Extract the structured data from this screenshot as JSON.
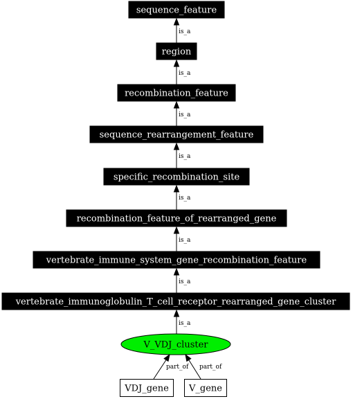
{
  "diagram": {
    "nodes": [
      {
        "id": "sequence_feature",
        "label": "sequence_feature",
        "style": "dark"
      },
      {
        "id": "region",
        "label": "region",
        "style": "dark"
      },
      {
        "id": "recombination_feature",
        "label": "recombination_feature",
        "style": "dark"
      },
      {
        "id": "sequence_rearrangement_feature",
        "label": "sequence_rearrangement_feature",
        "style": "dark"
      },
      {
        "id": "specific_recombination_site",
        "label": "specific_recombination_site",
        "style": "dark"
      },
      {
        "id": "recombination_feature_of_rearranged_gene",
        "label": "recombination_feature_of_rearranged_gene",
        "style": "dark"
      },
      {
        "id": "vertebrate_immune_system_gene_recombination_feature",
        "label": "vertebrate_immune_system_gene_recombination_feature",
        "style": "dark"
      },
      {
        "id": "vertebrate_immunoglobulin_T_cell_receptor_rearranged_gene_cluster",
        "label": "vertebrate_immunoglobulin_T_cell_receptor_rearranged_gene_cluster",
        "style": "dark"
      },
      {
        "id": "V_VDJ_cluster",
        "label": "V_VDJ_cluster",
        "style": "focus"
      },
      {
        "id": "VDJ_gene",
        "label": "VDJ_gene",
        "style": "light"
      },
      {
        "id": "V_gene",
        "label": "V_gene",
        "style": "light"
      }
    ],
    "edges": [
      {
        "from": "region",
        "to": "sequence_feature",
        "label": "is_a"
      },
      {
        "from": "recombination_feature",
        "to": "region",
        "label": "is_a"
      },
      {
        "from": "sequence_rearrangement_feature",
        "to": "recombination_feature",
        "label": "is_a"
      },
      {
        "from": "specific_recombination_site",
        "to": "sequence_rearrangement_feature",
        "label": "is_a"
      },
      {
        "from": "recombination_feature_of_rearranged_gene",
        "to": "specific_recombination_site",
        "label": "is_a"
      },
      {
        "from": "vertebrate_immune_system_gene_recombination_feature",
        "to": "recombination_feature_of_rearranged_gene",
        "label": "is_a"
      },
      {
        "from": "vertebrate_immunoglobulin_T_cell_receptor_rearranged_gene_cluster",
        "to": "vertebrate_immune_system_gene_recombination_feature",
        "label": "is_a"
      },
      {
        "from": "V_VDJ_cluster",
        "to": "vertebrate_immunoglobulin_T_cell_receptor_rearranged_gene_cluster",
        "label": "is_a"
      },
      {
        "from": "VDJ_gene",
        "to": "V_VDJ_cluster",
        "label": "part_of"
      },
      {
        "from": "V_gene",
        "to": "V_VDJ_cluster",
        "label": "part_of"
      }
    ],
    "colors": {
      "dark_fill": "#000000",
      "dark_text": "#ffffff",
      "focus_fill": "#00ee00",
      "light_fill": "#ffffff",
      "edge": "#000000"
    }
  }
}
